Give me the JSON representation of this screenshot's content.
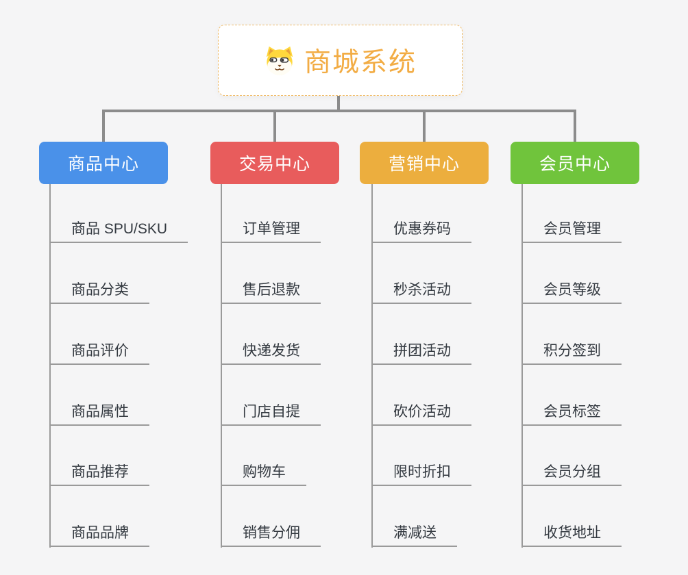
{
  "root": {
    "title": "商城系统",
    "icon": "dog-face-icon"
  },
  "branches": [
    {
      "label": "商品中心",
      "color": "#4a91e9",
      "children": [
        "商品 SPU/SKU",
        "商品分类",
        "商品评价",
        "商品属性",
        "商品推荐",
        "商品品牌"
      ]
    },
    {
      "label": "交易中心",
      "color": "#e85c5c",
      "children": [
        "订单管理",
        "售后退款",
        "快递发货",
        "门店自提",
        "购物车",
        "销售分佣"
      ]
    },
    {
      "label": "营销中心",
      "color": "#ecae3e",
      "children": [
        "优惠券码",
        "秒杀活动",
        "拼团活动",
        "砍价活动",
        "限时折扣",
        "满减送"
      ]
    },
    {
      "label": "会员中心",
      "color": "#70c43c",
      "children": [
        "会员管理",
        "会员等级",
        "积分签到",
        "会员标签",
        "会员分组",
        "收货地址"
      ]
    }
  ],
  "colors": {
    "background": "#f5f5f6",
    "connector": "#8c8c8c",
    "leaf_line": "#9a9a9a",
    "leaf_text": "#333940",
    "root_text": "#f2ac44",
    "root_border": "#f0bc6a",
    "branch_text": "#ffffff"
  }
}
